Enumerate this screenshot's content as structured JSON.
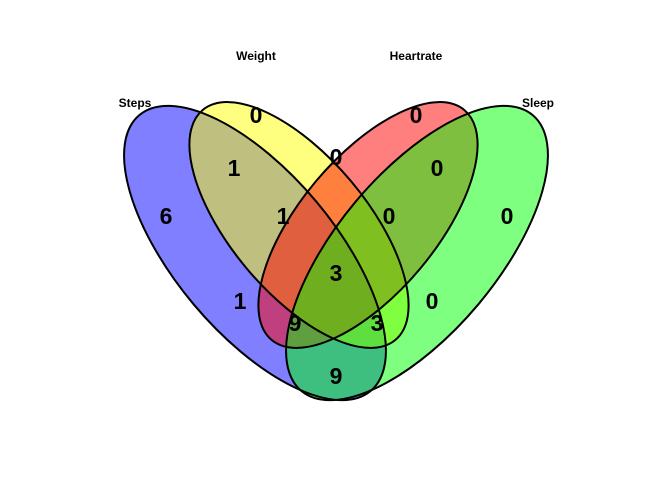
{
  "sets": [
    {
      "id": "steps",
      "label": "Steps",
      "color": "#0000ff"
    },
    {
      "id": "weight",
      "label": "Weight",
      "color": "#ffff00"
    },
    {
      "id": "heartrate",
      "label": "Heartrate",
      "color": "#ff0000"
    },
    {
      "id": "sleep",
      "label": "Sleep",
      "color": "#00ff00"
    }
  ],
  "regions": {
    "steps_only": "6",
    "weight_only": "0",
    "heartrate_only": "0",
    "sleep_only": "0",
    "steps_weight": "1",
    "weight_heartrate": "0",
    "heartrate_sleep": "0",
    "steps_heartrate": "1",
    "weight_sleep": "0",
    "steps_sleep": "9",
    "steps_weight_heartrate": "1",
    "weight_heartrate_sleep": "0",
    "steps_heartrate_sleep": "9",
    "steps_weight_sleep": "3",
    "all_four": "3"
  }
}
